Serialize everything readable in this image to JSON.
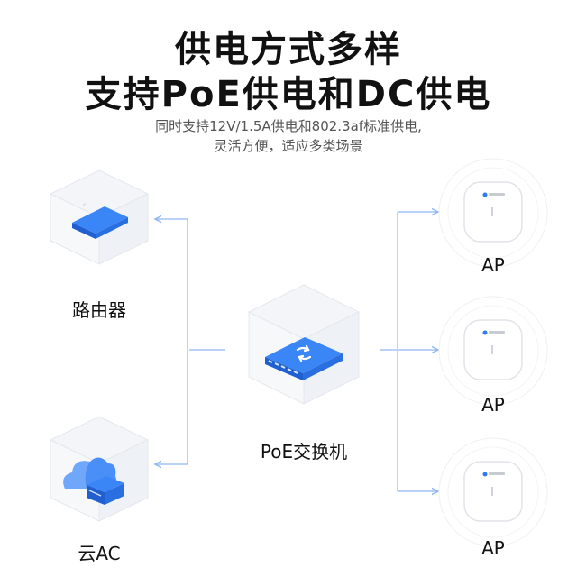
{
  "header": {
    "title_line1": "供电方式多样",
    "title_line2": "支持PoE供电和DC供电",
    "subtitle_line1": "同时支持12V/1.5A供电和802.3af标准供电,",
    "subtitle_line2": "灵活方便，适应多类场景"
  },
  "nodes": {
    "router_label": "路由器",
    "cloud_ac_label": "云AC",
    "switch_label": "PoE交换机",
    "ap_labels": [
      "AP",
      "AP",
      "AP"
    ]
  },
  "colors": {
    "accent": "#2f7bf5",
    "line": "#8fb8f2",
    "cube_face": "#f1f3f6"
  }
}
